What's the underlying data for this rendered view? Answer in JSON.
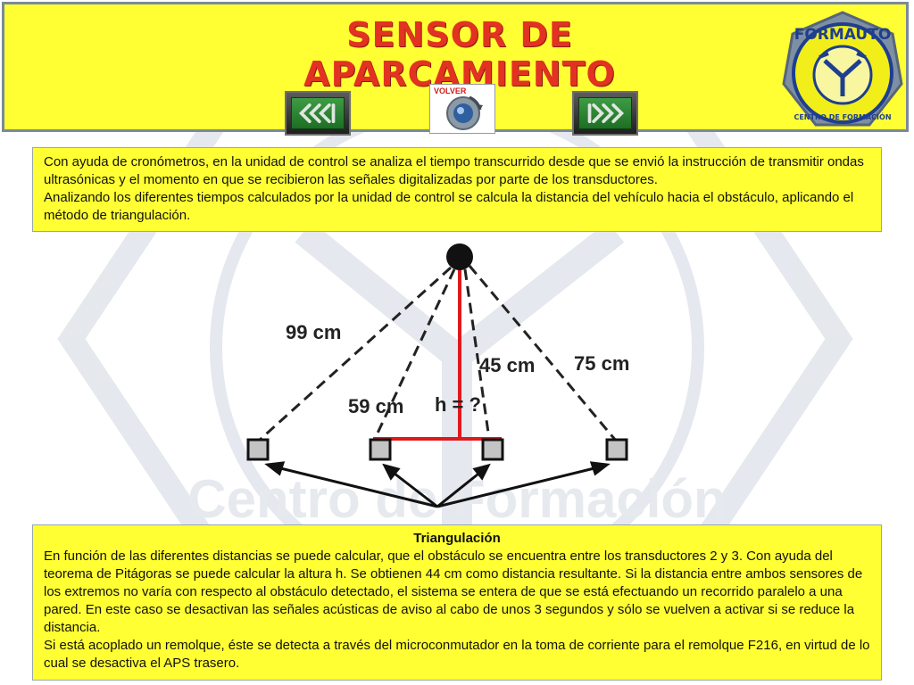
{
  "header": {
    "title": "SENSOR DE APARCAMIENTO",
    "volver_label": "VOLVER",
    "logo_text": "FORMAUTO",
    "logo_subtext": "CENTRO DE FORMACIÓN",
    "watermark_text": "Centro de Formación"
  },
  "intro": {
    "paragraph1": "Con ayuda de cronómetros, en la unidad de control se analiza el tiempo transcurrido desde que se envió la instrucción de transmitir ondas ultrasónicas y el momento en que se recibieron las señales digitalizadas por parte de los transductores.",
    "paragraph2": "Analizando los diferentes tiempos calculados por la unidad de control se calcula la distancia del vehículo hacia el obstáculo, aplicando el método de triangulación."
  },
  "diagram": {
    "labels": {
      "d1": "99 cm",
      "d2": "59 cm",
      "d3": "45 cm",
      "d4": "75 cm",
      "height": "h = ?"
    }
  },
  "triangulation": {
    "title": "Triangulación",
    "paragraph1": "En función de las diferentes distancias se puede calcular, que el obstáculo se encuentra entre los transductores 2 y 3. Con ayuda del teorema de Pitágoras se puede calcular la altura h. Se obtienen 44 cm como distancia resultante. Si la distancia entre ambos sensores de los extremos no varía con respecto al obstáculo detectado, el sistema se entera de que se está efectuando un recorrido paralelo a una pared. En este caso se desactivan las señales acústicas de aviso al cabo de unos 3 segundos y sólo se vuelven a activar si se reduce la distancia.",
    "paragraph2": "Si está acoplado un remolque, éste se detecta a través del microconmutador en la toma de corriente para el remolque F216, en virtud de lo cual se desactiva el APS trasero."
  },
  "colors": {
    "panel_yellow": "#ffff33",
    "title_red": "#e23222",
    "nav_green": "#2a8a32",
    "distance_red": "#e0191b"
  }
}
